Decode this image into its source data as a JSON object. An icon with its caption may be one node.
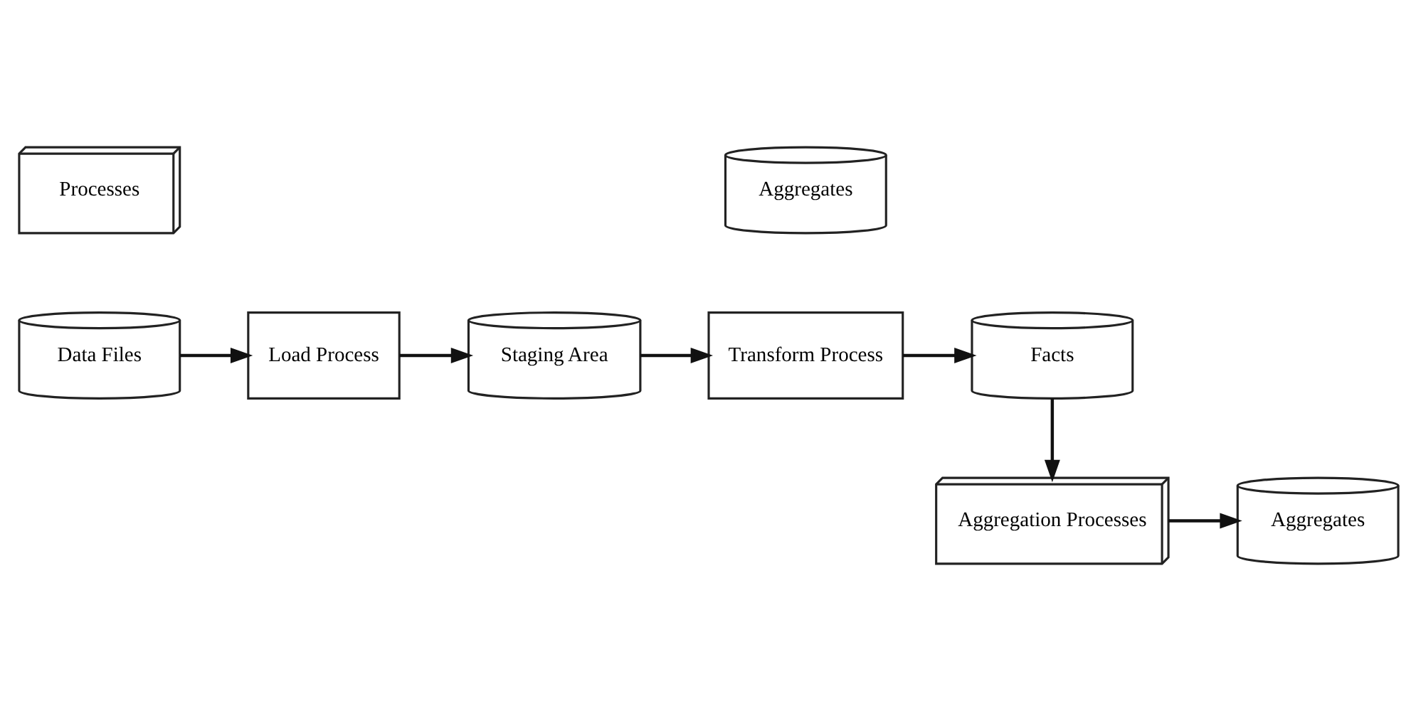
{
  "diagram": {
    "nodes": [
      {
        "text": [
          "Processes"
        ]
      },
      {
        "text": [
          "Aggregates"
        ]
      },
      {
        "text": [
          "Data Files"
        ]
      },
      {
        "text": [
          "Load Process"
        ]
      },
      {
        "text": [
          "Staging Area"
        ]
      },
      {
        "text": [
          "Transform Process"
        ]
      },
      {
        "text": [
          "Facts"
        ]
      },
      {
        "text": [
          "Aggregation Processes"
        ]
      },
      {
        "text": [
          "Aggregates"
        ]
      }
    ],
    "edges": [
      {
        "from": 2,
        "to": 3,
        "arrow": "to"
      },
      {
        "from": 3,
        "to": 4,
        "arrow": "to"
      },
      {
        "from": 4,
        "to": 5,
        "arrow": "to"
      },
      {
        "from": 5,
        "to": 6,
        "arrow": "to"
      },
      {
        "from": 6,
        "to": 7,
        "arrow": "to"
      },
      {
        "from": 7,
        "to": 8,
        "arrow": "to"
      }
    ]
  }
}
